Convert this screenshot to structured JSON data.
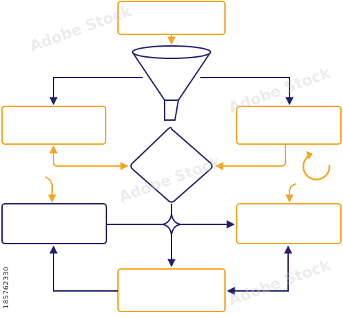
{
  "stock_id": "185762330",
  "watermark": "Adobe Stock",
  "colors": {
    "orange": "#F5A623",
    "navy": "#24206B",
    "background": "#FFFFFF"
  },
  "nodes": [
    {
      "id": "top-box",
      "shape": "rectangle",
      "stroke": "orange"
    },
    {
      "id": "funnel",
      "shape": "funnel",
      "stroke": "navy"
    },
    {
      "id": "left-box-1",
      "shape": "rectangle",
      "stroke": "orange"
    },
    {
      "id": "right-box-1",
      "shape": "rectangle",
      "stroke": "orange"
    },
    {
      "id": "decision-diamond",
      "shape": "diamond",
      "stroke": "navy"
    },
    {
      "id": "left-box-2",
      "shape": "rectangle",
      "stroke": "navy"
    },
    {
      "id": "right-box-2",
      "shape": "rectangle",
      "stroke": "orange"
    },
    {
      "id": "bottom-box",
      "shape": "rectangle",
      "stroke": "orange"
    },
    {
      "id": "cycle-icon",
      "shape": "circular-arrow",
      "stroke": "orange"
    }
  ],
  "edges": [
    {
      "from": "top-box",
      "to": "funnel",
      "color": "orange"
    },
    {
      "from": "funnel",
      "to": "left-box-1",
      "color": "navy"
    },
    {
      "from": "funnel",
      "to": "right-box-1",
      "color": "navy"
    },
    {
      "from": "left-box-1",
      "to": "decision-diamond",
      "color": "orange",
      "bidirectional": true
    },
    {
      "from": "right-box-1",
      "to": "decision-diamond",
      "color": "orange"
    },
    {
      "from": "left-box-1",
      "to": "left-box-2",
      "color": "orange"
    },
    {
      "from": "right-box-1",
      "to": "right-box-2",
      "color": "orange"
    },
    {
      "from": "decision-diamond",
      "to": "right-box-2",
      "color": "navy"
    },
    {
      "from": "decision-diamond",
      "to": "bottom-box",
      "color": "navy"
    },
    {
      "from": "bottom-box",
      "to": "left-box-2",
      "color": "navy"
    },
    {
      "from": "bottom-box",
      "to": "right-box-2",
      "color": "navy"
    }
  ]
}
